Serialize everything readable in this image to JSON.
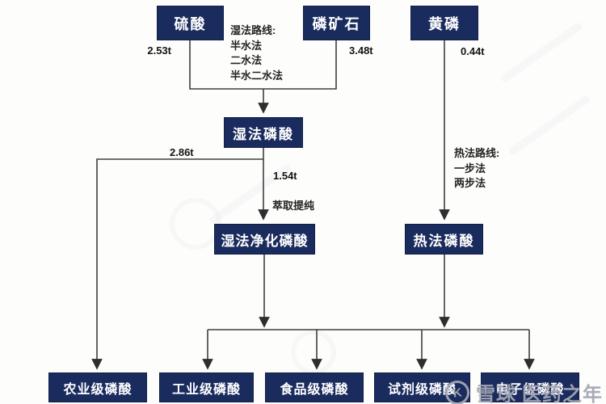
{
  "diagram": {
    "nodes": {
      "sulfuric_acid": "硫酸",
      "phosphate_rock": "磷矿石",
      "yellow_phosphorus": "黄磷",
      "wet_process_acid": "湿法磷酸",
      "wet_purified_acid": "湿法净化磷酸",
      "thermal_acid": "热法磷酸",
      "agricultural_grade": "农业级磷酸",
      "industrial_grade": "工业级磷酸",
      "food_grade": "食品级磷酸",
      "reagent_grade": "试剂级磷酸",
      "electronic_grade": "电子级磷酸"
    },
    "flow_labels": {
      "sulfuric_qty": "2.53t",
      "rock_qty": "3.48t",
      "yellow_qty": "0.44t",
      "to_agricultural_qty": "2.86t",
      "to_purified_qty": "1.54t",
      "purification_step": "萃取提纯"
    },
    "route_notes": {
      "wet_route": {
        "title": "湿法路线:",
        "lines": [
          "半水法",
          "二水法",
          "半水二水法"
        ]
      },
      "thermal_route": {
        "title": "热法路线:",
        "lines": [
          "一步法",
          "两步法"
        ]
      }
    },
    "watermark": {
      "logo_glyph": "K",
      "site_name": "雪球",
      "user_name": "医药之年"
    },
    "colors": {
      "node_fill": "#1a2b5e",
      "node_text": "#ffffff",
      "wire": "#3f3f3f",
      "label_text": "#141414",
      "watermark_gray": "#a3a7b3"
    }
  }
}
